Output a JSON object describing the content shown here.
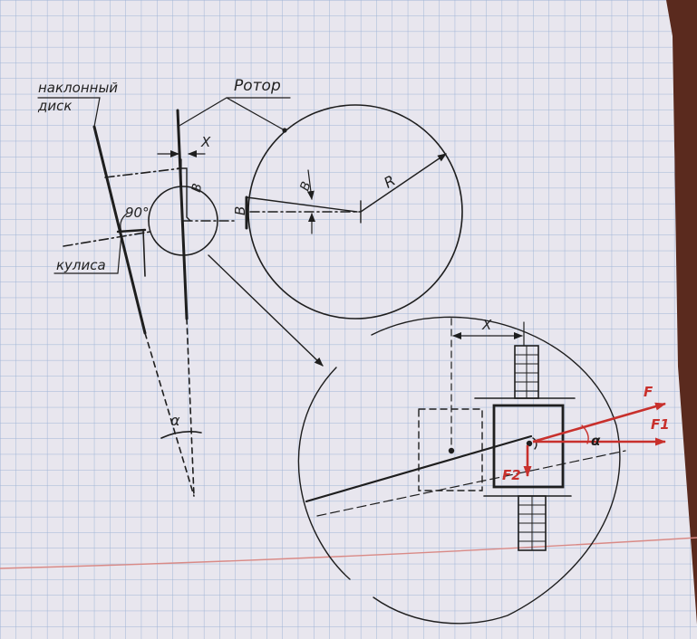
{
  "labels": {
    "swash_plate": [
      "наклонный",
      "диск"
    ],
    "rotor": "Ротор",
    "kulisa": "кулиса",
    "x": "X",
    "b": "B",
    "r": "R",
    "angle_90": "90°",
    "alpha": "α",
    "force_f": "F",
    "force_f1": "F1",
    "force_f2": "F2"
  },
  "colors": {
    "paper": "#e8e6ee",
    "grid": "#9fb4d6",
    "ink": "#1e1e1e",
    "red_ink": "#c8302c",
    "margin_line": "#d98a86"
  }
}
